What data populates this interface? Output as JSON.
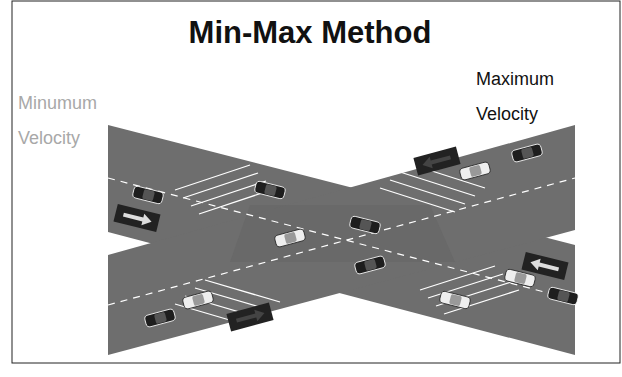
{
  "diagram": {
    "title": "Min-Max Method",
    "labels": [
      "Minumum Velocity",
      "Maximum Velocity"
    ]
  }
}
